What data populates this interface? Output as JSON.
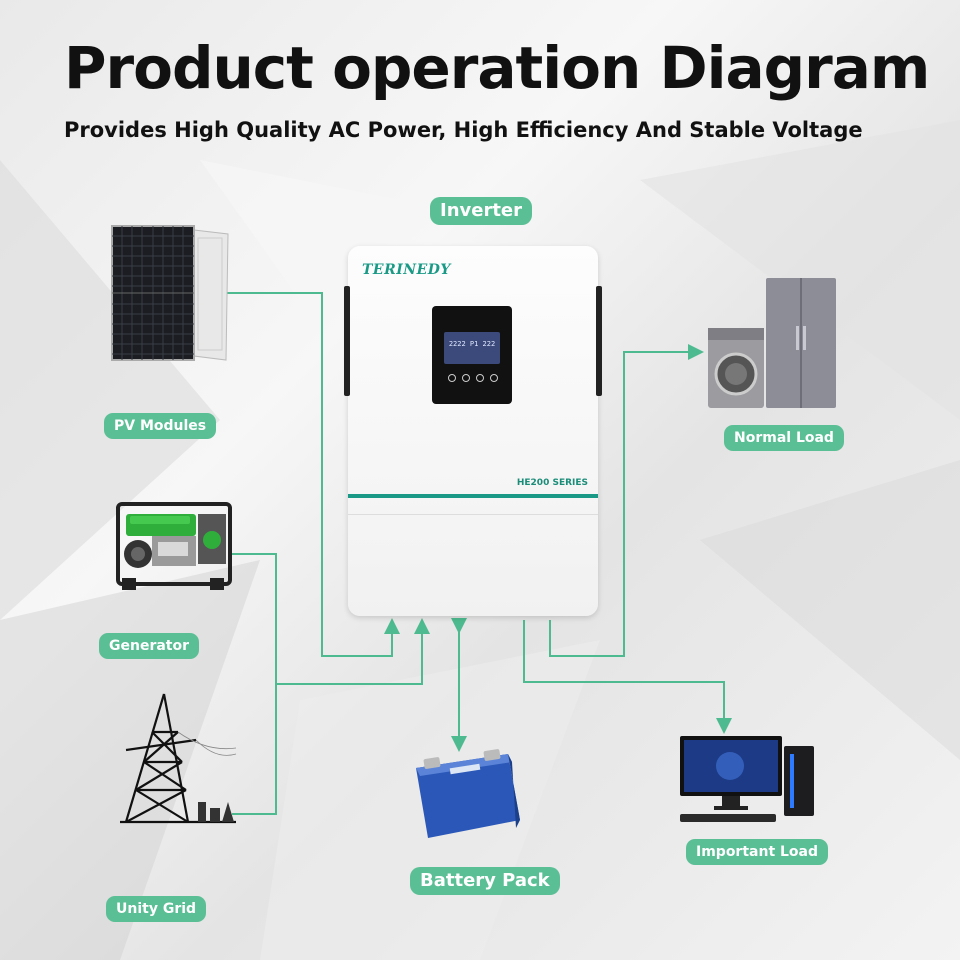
{
  "title": "Product operation Diagram",
  "subtitle": "Provides High Quality AC Power, High Efficiency And Stable Voltage",
  "inverter": {
    "label": "Inverter",
    "brand": "TERINEDY",
    "series": "HE200 SERIES",
    "lcd_text": "2222 P1 222"
  },
  "sources": {
    "pv": "PV Modules",
    "generator": "Generator",
    "grid": "Unity Grid",
    "battery": "Battery Pack"
  },
  "loads": {
    "normal": "Normal Load",
    "important": "Important Load"
  },
  "colors": {
    "accent": "#5bbf95",
    "wire": "#4dbb8f",
    "brand": "#1a9a86"
  }
}
